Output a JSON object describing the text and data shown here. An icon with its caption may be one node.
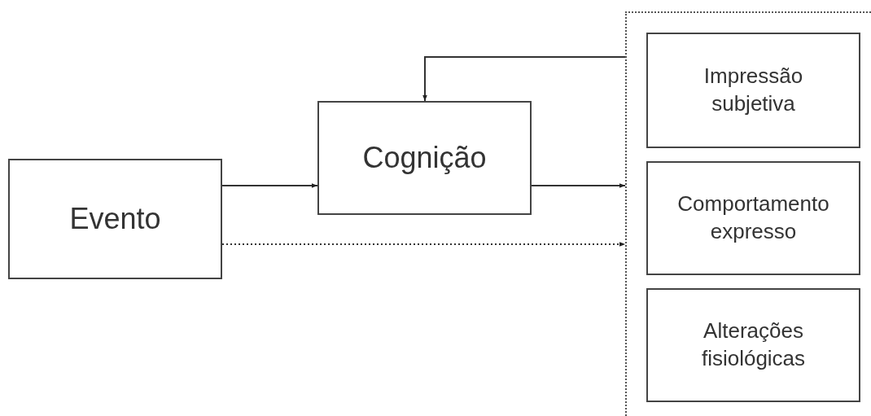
{
  "diagram": {
    "nodes": [
      {
        "text": [
          "Evento"
        ]
      },
      {
        "text": [
          "Cognição"
        ]
      },
      {
        "text": [],
        "shape": "box"
      },
      {
        "text": [
          "Impressão subjetiva"
        ],
        "in": 2
      },
      {
        "text": [
          "Comportamento expresso"
        ],
        "in": 2
      },
      {
        "text": [
          "Alterações fisiológicas"
        ],
        "in": 2
      }
    ],
    "edges": [
      {
        "from": 0,
        "to": 1,
        "arrow": "to"
      },
      {
        "from": 1,
        "to": 2,
        "arrow": "to"
      },
      {
        "from": 0,
        "to": 2,
        "arrow": "to",
        "style": "dashed"
      },
      {
        "from": 2,
        "to": 1,
        "arrow": "to"
      }
    ]
  }
}
